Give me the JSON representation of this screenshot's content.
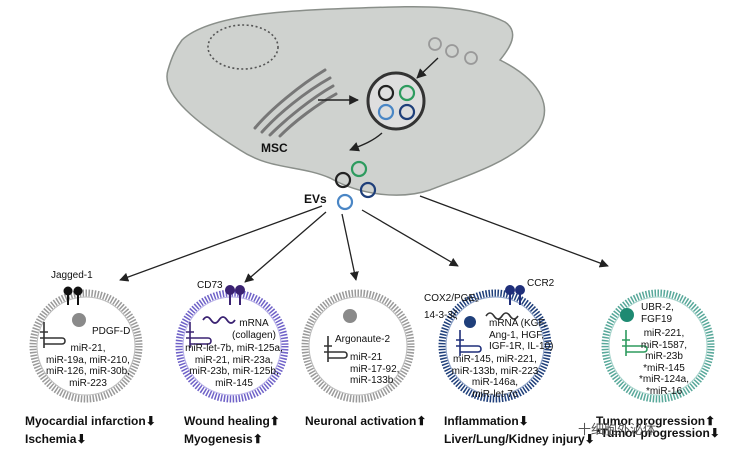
{
  "cell": {
    "label": "MSC"
  },
  "evs": {
    "label": "EVs"
  },
  "panels": [
    {
      "top_label": "Jagged-1",
      "protein": "PDGF-D",
      "mirna": [
        "miR-21,",
        "miR-19a, miR-210,",
        "miR-126, miR-30b,",
        "miR-223"
      ],
      "effects": [
        "Myocardial infarction⬇",
        "Ischemia⬇"
      ]
    },
    {
      "top_label": "CD73",
      "protein": "mRNA\n(collagen)",
      "mirna": [
        "miR-let-7b, miR-125a,",
        "miR-21, miR-23a,",
        "miR-23b, miR-125b,",
        "miR-145"
      ],
      "effects": [
        "Wound healing⬆",
        "Myogenesis⬆"
      ]
    },
    {
      "top_label": "",
      "protein": "Argonaute-2",
      "mirna": [
        "miR-21",
        "miR-17-92,",
        "miR-133b"
      ],
      "effects": [
        "Neuronal activation⬆"
      ]
    },
    {
      "top_label": "COX2/PGE₂",
      "top_label_2": "14-3-3ζ",
      "top_label_right": "CCR2",
      "protein": "mRNA (KGF,\nAng-1, HGF,\nIGF-1R, IL-10)",
      "mirna": [
        "miR-145, miR-221,",
        "miR-133b, miR-223",
        "miR-146a,",
        "miR-let-7c"
      ],
      "effects": [
        "Inflammation⬇",
        "Liver/Lung/Kidney injury⬇"
      ]
    },
    {
      "top_label": "",
      "protein": "UBR-2,\nFGF19",
      "mirna": [
        "miR-221,",
        "miR-1587,",
        "miR-23b",
        "*miR-145",
        "*miR-124a,",
        "*miR-16"
      ],
      "effects": [
        "Tumor progression⬆",
        "*Tumor progression⬇"
      ]
    }
  ],
  "watermark": "十细胞外泌体",
  "colors": {
    "cell_fill": "#cfd2cf",
    "cell_stroke": "#8a8f8a",
    "ev_black": "#222222",
    "ev_green": "#2e9b5f",
    "ev_blue": "#4a86c5",
    "panel_gray": "#9a9a9a",
    "panel_purple": "#6f62c8",
    "panel_navy": "#1f3f7a",
    "panel_teal": "#58a89a",
    "receptor_black": "#111111",
    "receptor_purple": "#3a2272",
    "receptor_navy": "#1f2f7a"
  }
}
